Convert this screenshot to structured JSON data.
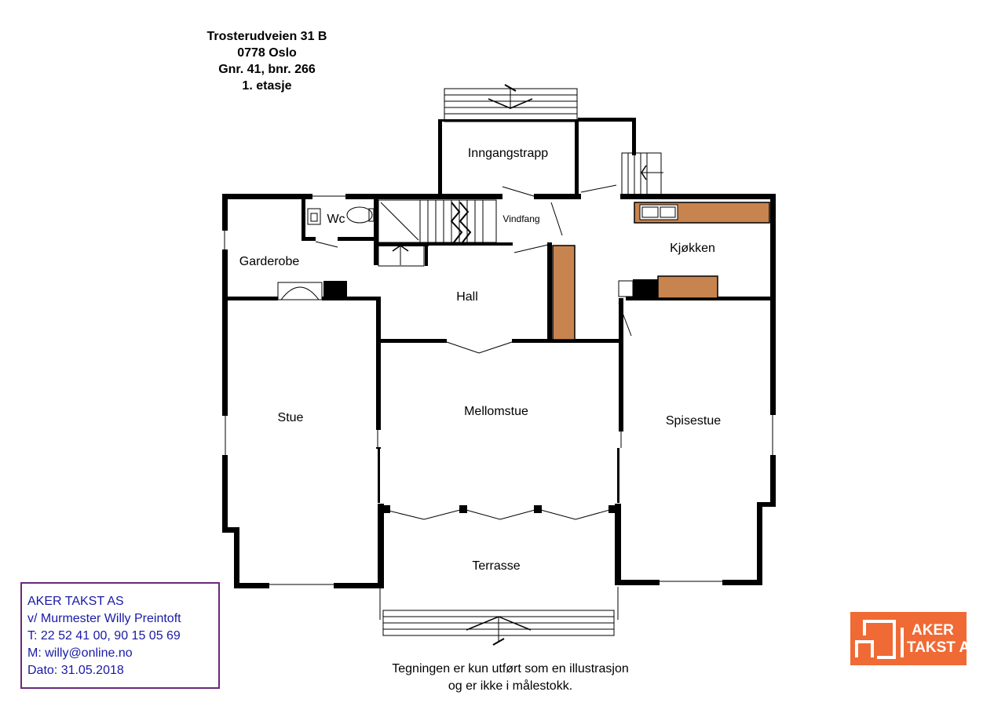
{
  "header": {
    "address": "Trosterudveien 31 B",
    "postal": "0778 Oslo",
    "cadastral": "Gnr. 41, bnr. 266",
    "floor": "1. etasje"
  },
  "rooms": {
    "inngangstrapp": "Inngangstrapp",
    "wc": "Wc",
    "vindfang": "Vindfang",
    "garderobe": "Garderobe",
    "kjokken": "Kjøkken",
    "hall": "Hall",
    "stue": "Stue",
    "mellomstue": "Mellomstue",
    "spisestue": "Spisestue",
    "terrasse": "Terrasse"
  },
  "contact": {
    "company": "AKER TAKST AS",
    "person": "v/ Murmester Willy Preintoft",
    "phone": "T: 22 52 41 00, 90 15 05 69",
    "email": "M: willy@online.no",
    "date": "Dato: 31.05.2018"
  },
  "note": {
    "line1": "Tegningen er kun utført som en illustrasjon",
    "line2": "og er ikke i målestokk."
  },
  "logo": {
    "line1": "AKER",
    "line2": "TAKST AS",
    "bg_color": "#f06a35"
  },
  "colors": {
    "cabinet": "#c8844e",
    "wall": "#000000",
    "contact_border": "#6a2a7a",
    "contact_text": "#1a1aa6"
  }
}
